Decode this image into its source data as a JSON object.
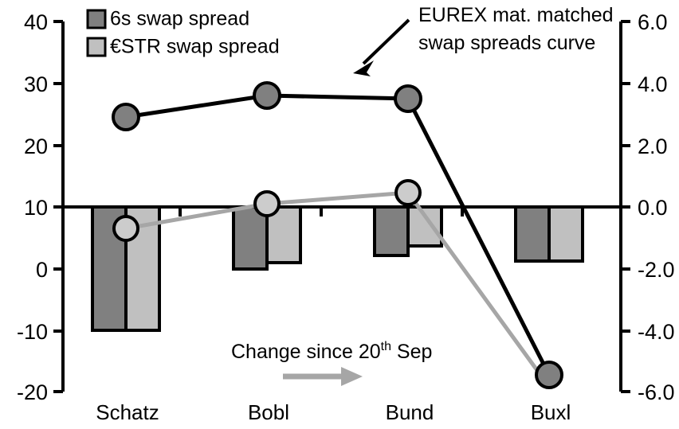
{
  "chart_data": {
    "type": "bar",
    "title": "",
    "categories": [
      "Schatz",
      "Bobl",
      "Bund",
      "Buxl"
    ],
    "grid": false,
    "legend_position": "top-left",
    "left_axis": {
      "label": "",
      "ticks": [
        "40",
        "30",
        "20",
        "10",
        "0",
        "-10",
        "-20"
      ],
      "ylim": [
        -20,
        40
      ],
      "baseline": 10
    },
    "right_axis": {
      "label": "",
      "ticks": [
        "6.0",
        "4.0",
        "2.0",
        "0.0",
        "-2.0",
        "-4.0",
        "-6.0"
      ],
      "ylim": [
        -6.0,
        6.0
      ],
      "baseline": 0.0
    },
    "series": [
      {
        "name": "6s swap spread",
        "kind": "bar",
        "axis": "right",
        "color": "#808080",
        "values": [
          -4.05,
          -1.95,
          -1.55,
          -1.15
        ]
      },
      {
        "name": "€STR swap spread",
        "kind": "bar",
        "axis": "right",
        "color": "#c0c0c0",
        "values": [
          -4.05,
          -1.8,
          -1.25,
          -1.15
        ]
      },
      {
        "name": "EUREX mat. matched swap spreads curve",
        "kind": "line",
        "axis": "left",
        "color": "#000000",
        "marker_color": "#808080",
        "values": [
          24.5,
          28.0,
          27.3,
          -18.0
        ]
      },
      {
        "name": "€STR swap spread curve",
        "kind": "line",
        "axis": "left",
        "color": "#a6a6a6",
        "marker_color": "#cccccc",
        "values": [
          6.2,
          10.6,
          12.8,
          -18.8
        ]
      }
    ],
    "annotations": [
      {
        "id": "curve-callout",
        "line1": "EUREX mat. matched",
        "line2": "swap spreads curve",
        "arrow": "down-left"
      },
      {
        "id": "change-note",
        "text_main": "Change since 20",
        "text_sup": "th",
        "text_tail": " Sep",
        "arrow": "right"
      }
    ]
  },
  "legend": {
    "items": [
      {
        "label": "6s swap spread",
        "color": "#808080"
      },
      {
        "label": "€STR swap spread",
        "color": "#c0c0c0"
      }
    ]
  },
  "colors": {
    "bar_dark": "#808080",
    "bar_light": "#c0c0c0",
    "line_black": "#000000",
    "line_gray": "#a6a6a6",
    "marker_dark": "#808080",
    "marker_light": "#cccccc",
    "axis": "#000000",
    "arrow_gray": "#a6a6a6"
  }
}
